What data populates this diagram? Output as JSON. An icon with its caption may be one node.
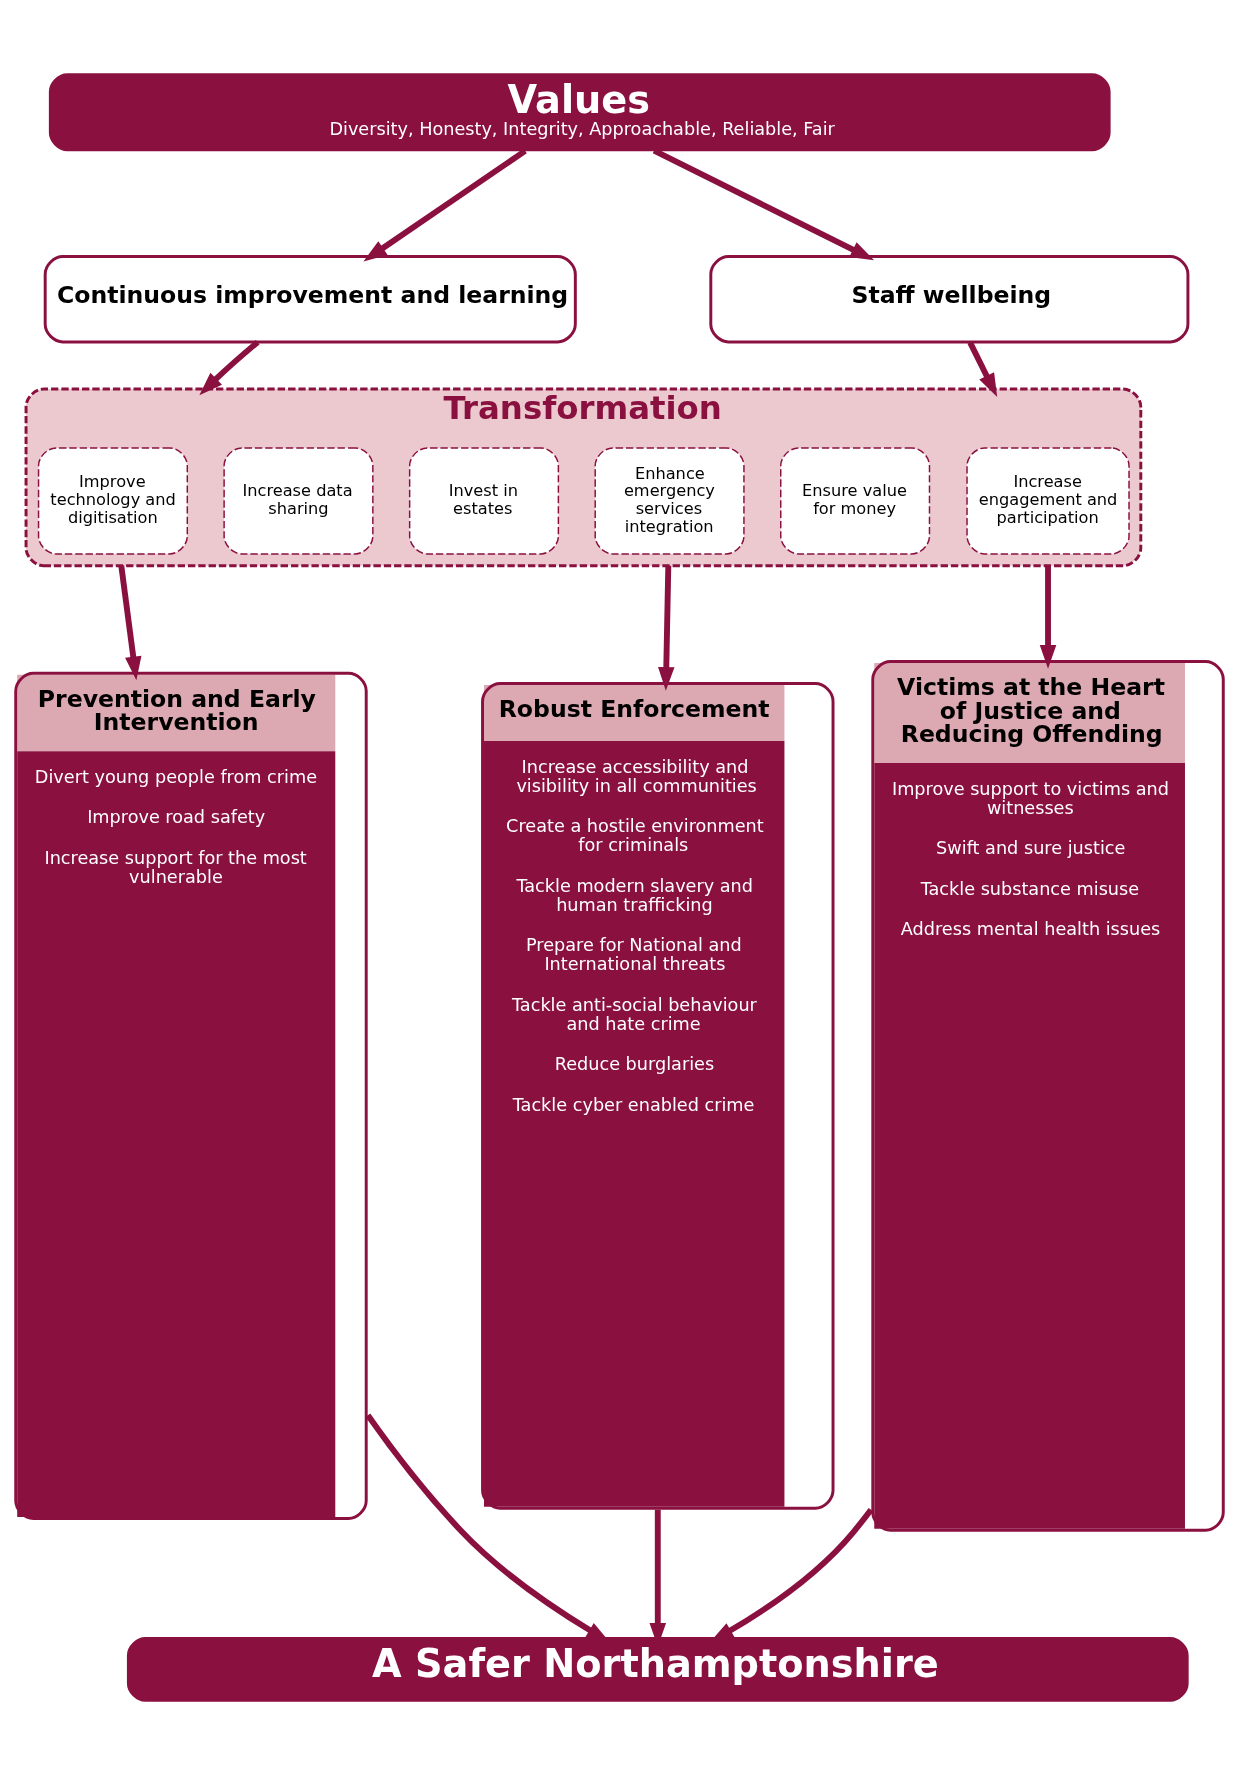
{
  "diagram": {
    "nodes": [
      {
        "text": [
          "Values",
          "Diversity, Honesty, Integrity, Approachable, Reliable, Fair"
        ]
      },
      {
        "text": [
          "Continuous improvement and learning"
        ]
      },
      {
        "text": [
          "Staff wellbeing"
        ]
      },
      {
        "text": [
          "Transformation"
        ]
      },
      {
        "text": [
          "Improve technology and digitisation"
        ],
        "in": 3
      },
      {
        "text": [
          "Increase data sharing"
        ],
        "in": 3
      },
      {
        "text": [
          "Invest in estates"
        ],
        "in": 3
      },
      {
        "text": [
          "Enhance emergency services integration"
        ],
        "in": 3
      },
      {
        "text": [
          "Ensure value for money"
        ],
        "in": 3
      },
      {
        "text": [
          "Increase engagement and participation"
        ],
        "in": 3
      },
      {
        "text": [
          "Prevention and Early Intervention",
          "Divert young people from crime",
          "Improve road safety",
          "Increase support for the most vulnerable"
        ]
      },
      {
        "text": [
          "Robust Enforcement",
          "Increase accessibility and visibility in all communities",
          "Create a hostile environment for criminals",
          "Tackle modern slavery and human trafficking",
          "Prepare for National and International threats",
          "Tackle anti-social behaviour and hate crime",
          "Reduce burglaries",
          "Tackle cyber enabled crime"
        ]
      },
      {
        "text": [
          "Victims at the Heart of Justice and Reducing Offending",
          "Improve support to victims and witnesses",
          "Swift and sure justice",
          "Tackle substance misuse",
          "Address mental health issues"
        ]
      },
      {
        "text": [
          "A Safer Northamptonshire"
        ]
      }
    ],
    "edges": [
      {
        "from": 0,
        "to": 1,
        "arrow": "to"
      },
      {
        "from": 0,
        "to": 2,
        "arrow": "to"
      },
      {
        "from": 1,
        "to": 3,
        "arrow": "to"
      },
      {
        "from": 2,
        "to": 3,
        "arrow": "to"
      },
      {
        "from": 3,
        "to": 10,
        "arrow": "to"
      },
      {
        "from": 3,
        "to": 11,
        "arrow": "to"
      },
      {
        "from": 3,
        "to": 12,
        "arrow": "to"
      },
      {
        "from": 10,
        "to": 13,
        "arrow": "to"
      },
      {
        "from": 11,
        "to": 13,
        "arrow": "to"
      },
      {
        "from": 12,
        "to": 13,
        "arrow": "to"
      }
    ]
  }
}
